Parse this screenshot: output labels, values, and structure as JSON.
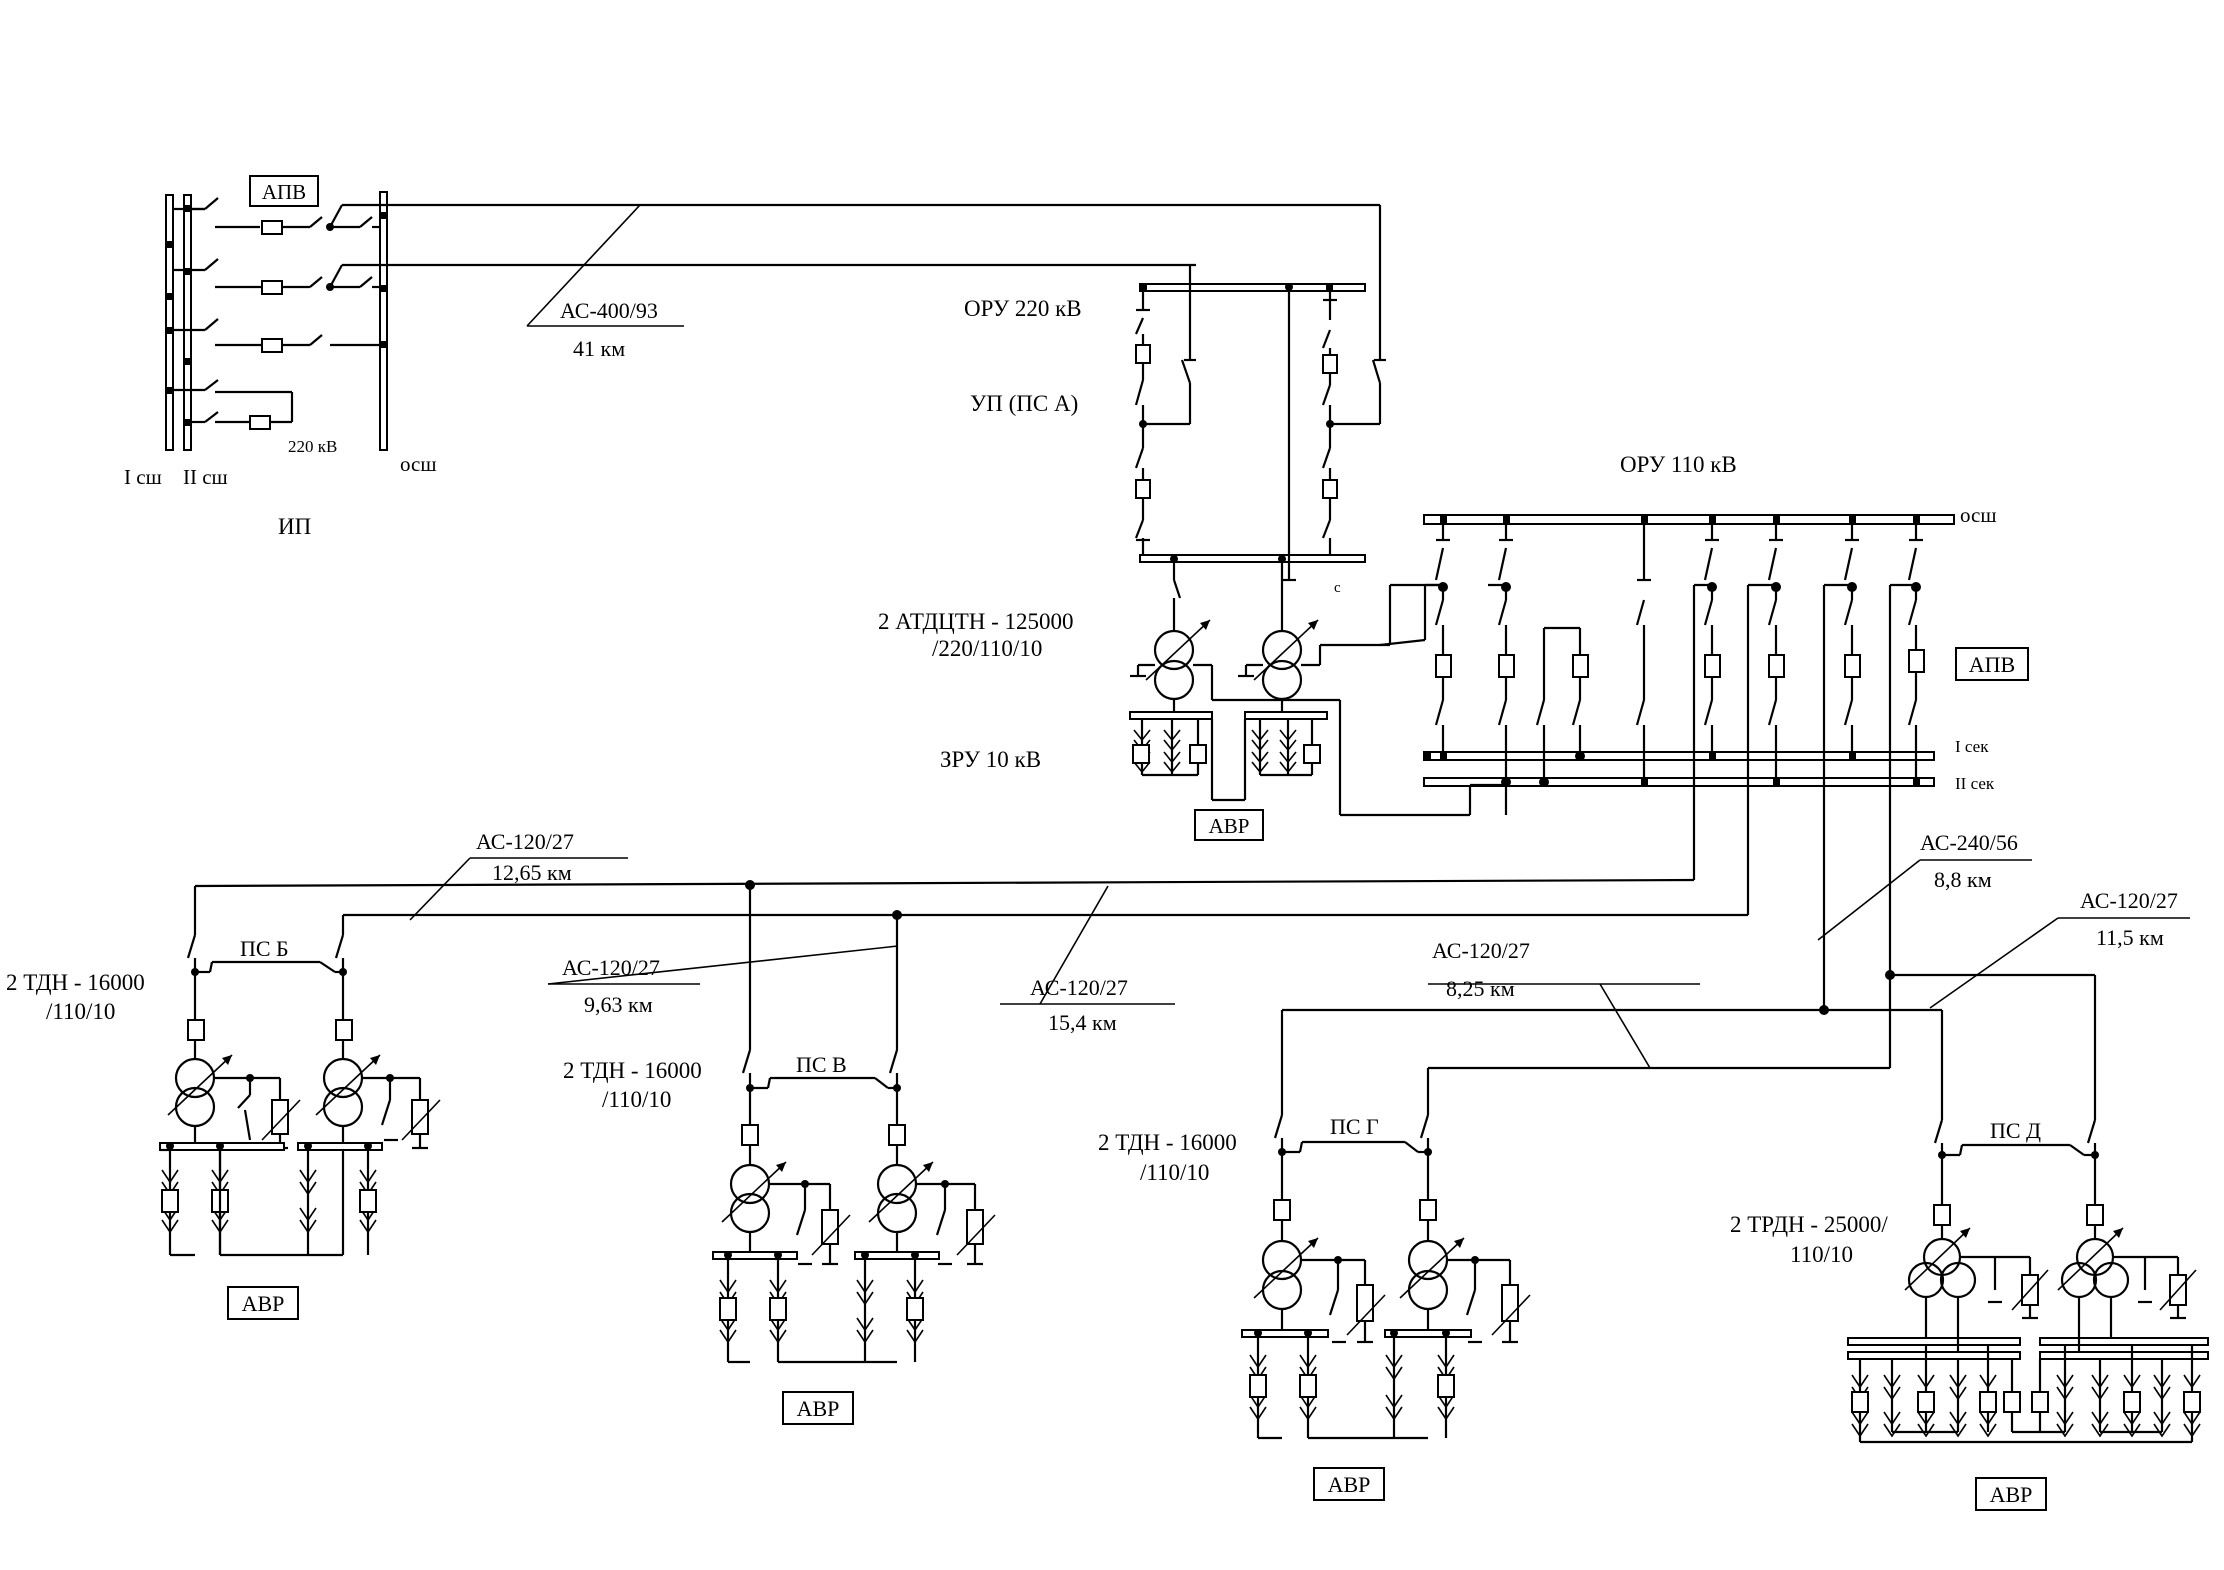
{
  "source": {
    "label": "ИП",
    "bus1": "I сш",
    "bus2": "II сш",
    "bypass_bus": "осш",
    "voltage": "220 кВ",
    "reclose_tag": "АПВ"
  },
  "line_220": {
    "wire": "АС-400/93",
    "length": "41 км"
  },
  "ps_a": {
    "oru220": "ОРУ 220 кВ",
    "up": "УП (ПС А)",
    "transformers": [
      "2  АТДЦТН - 125000",
      "/220/110/10"
    ],
    "zru": "ЗРУ 10 кВ",
    "avr": "АВР",
    "oru110": "ОРУ 110 кВ",
    "bypass_bus": "осш",
    "sec1": "I сек",
    "sec2": "II сек",
    "reclose_tag": "АПВ"
  },
  "lines_110": [
    {
      "wire": "АС-120/27",
      "length": "12,65 км"
    },
    {
      "wire": "АС-120/27",
      "length": "9,63 км"
    },
    {
      "wire": "АС-120/27",
      "length": "15,4 км"
    },
    {
      "wire": "АС-240/56",
      "length": "8,8 км"
    },
    {
      "wire": "АС-120/27",
      "length": "8,25 км"
    },
    {
      "wire": "АС-120/27",
      "length": "11,5 км"
    }
  ],
  "substations": [
    {
      "name": "ПС Б",
      "transformer": [
        "2 ТДН - 16000",
        "/110/10"
      ],
      "avr": "АВР"
    },
    {
      "name": "ПС В",
      "transformer": [
        "2 ТДН - 16000",
        "/110/10"
      ],
      "avr": "АВР"
    },
    {
      "name": "ПС Г",
      "transformer": [
        "2 ТДН - 16000",
        "/110/10"
      ],
      "avr": "АВР"
    },
    {
      "name": "ПС Д",
      "transformer": [
        "2 ТРДН - 25000/",
        "110/10"
      ],
      "avr": "АВР"
    }
  ]
}
